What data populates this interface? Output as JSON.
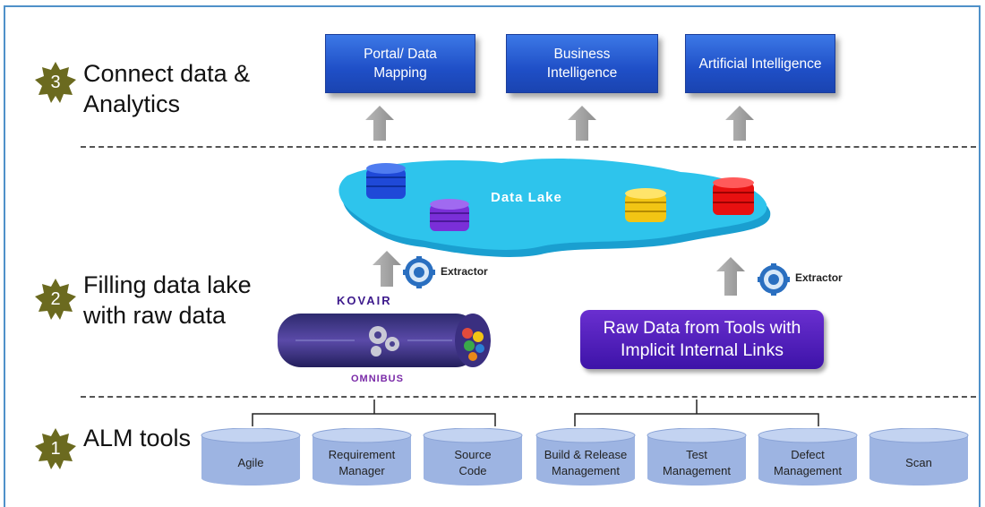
{
  "layers": {
    "layer3": {
      "number": "3",
      "line1": "Connect data &",
      "line2": "Analytics"
    },
    "layer2": {
      "number": "2",
      "line1": "Filling data lake",
      "line2": "with raw data"
    },
    "layer1": {
      "number": "1",
      "line1": "ALM tools"
    }
  },
  "top_boxes": [
    {
      "line1": "Portal/ Data",
      "line2": "Mapping"
    },
    {
      "line1": "Business",
      "line2": "Intelligence"
    },
    {
      "line1": "Artificial Intelligence",
      "line2": ""
    }
  ],
  "data_lake": {
    "label": "Data Lake"
  },
  "extractor_label": "Extractor",
  "omnibus": {
    "top_text": "KOVAIR",
    "bottom_text": "OMNIBUS"
  },
  "raw_data_box": {
    "line1": "Raw Data from Tools with",
    "line2": "Implicit Internal Links"
  },
  "tools": [
    {
      "line1": "Agile",
      "line2": ""
    },
    {
      "line1": "Requirement",
      "line2": "Manager"
    },
    {
      "line1": "Source",
      "line2": "Code"
    },
    {
      "line1": "Build & Release",
      "line2": "Management"
    },
    {
      "line1": "Test",
      "line2": "Management"
    },
    {
      "line1": "Defect",
      "line2": "Management"
    },
    {
      "line1": "Scan",
      "line2": ""
    }
  ],
  "colors": {
    "frame": "#4f91c9",
    "badge": "#6b6a1f",
    "blue_box": "#2255d0",
    "purple_box": "#4a1cb8",
    "lake": "#2ec4ec",
    "tool_cylinder": "#9db4e2",
    "arrow": "#9e9e9e"
  }
}
